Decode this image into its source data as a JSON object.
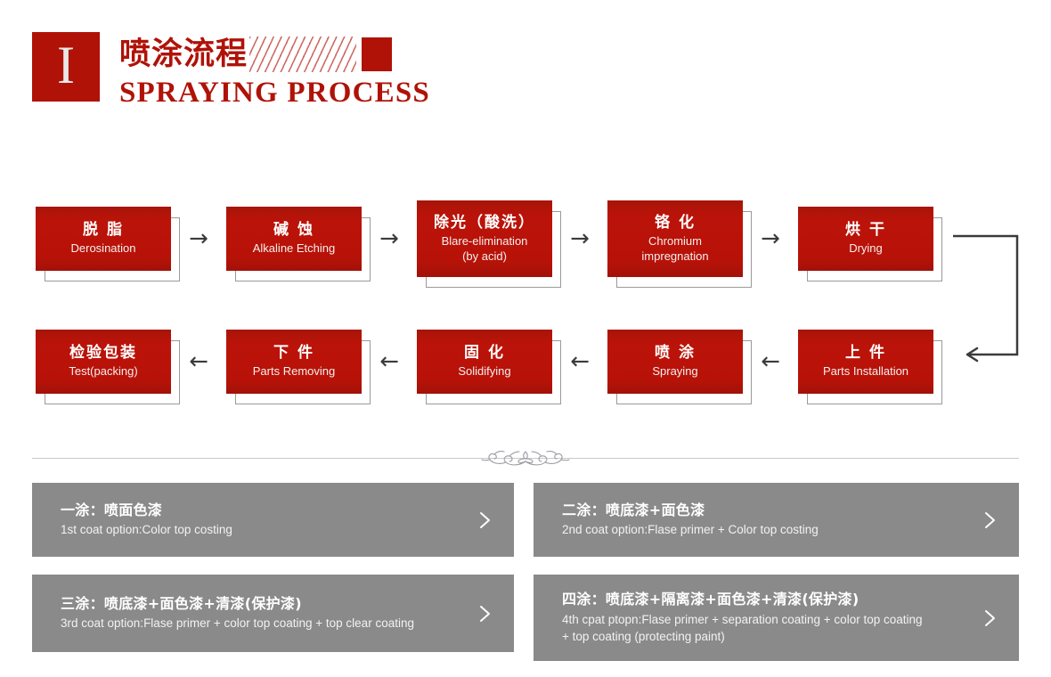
{
  "header": {
    "badge_letter": "I",
    "title_cn": "喷涂流程",
    "title_en": "SPRAYING PROCESS",
    "accent_color": "#b01208",
    "hatch_name": "diagonal-hatch-decoration",
    "square_name": "red-square-decoration"
  },
  "flow": {
    "row1": [
      {
        "cn": "脱 脂",
        "en": "Derosination"
      },
      {
        "cn": "碱 蚀",
        "en": "Alkaline Etching"
      },
      {
        "cn": "除光（酸洗）",
        "en": "Blare-elimination\n(by acid)"
      },
      {
        "cn": "铬 化",
        "en": "Chromium\nimpregnation"
      },
      {
        "cn": "烘 干",
        "en": "Drying"
      }
    ],
    "row2": [
      {
        "cn": "检验包装",
        "en": "Test(packing)"
      },
      {
        "cn": "下 件",
        "en": "Parts Removing"
      },
      {
        "cn": "固 化",
        "en": "Solidifying"
      },
      {
        "cn": "喷 涂",
        "en": "Spraying"
      },
      {
        "cn": "上 件",
        "en": "Parts Installation"
      }
    ],
    "arrow_right": "→",
    "arrow_left": "←",
    "node_color": "#b01208"
  },
  "divider": {
    "ornament_name": "flourish-ornament",
    "line_color": "#c9c9c9"
  },
  "cards": [
    {
      "cn": "一涂：喷面色漆",
      "en": "1st coat option:Color top costing"
    },
    {
      "cn": "二涂：喷底漆+面色漆",
      "en": "2nd coat option:Flase primer + Color top costing"
    },
    {
      "cn": "三涂：喷底漆+面色漆+清漆(保护漆)",
      "en": "3rd coat option:Flase primer + color top coating + top clear coating"
    },
    {
      "cn": "四涂：喷底漆+隔离漆+面色漆+清漆(保护漆)",
      "en": "4th cpat ptopn:Flase primer + separation coating + color top coating + top coating (protecting paint)"
    }
  ],
  "card_color": "#8a8a8a"
}
